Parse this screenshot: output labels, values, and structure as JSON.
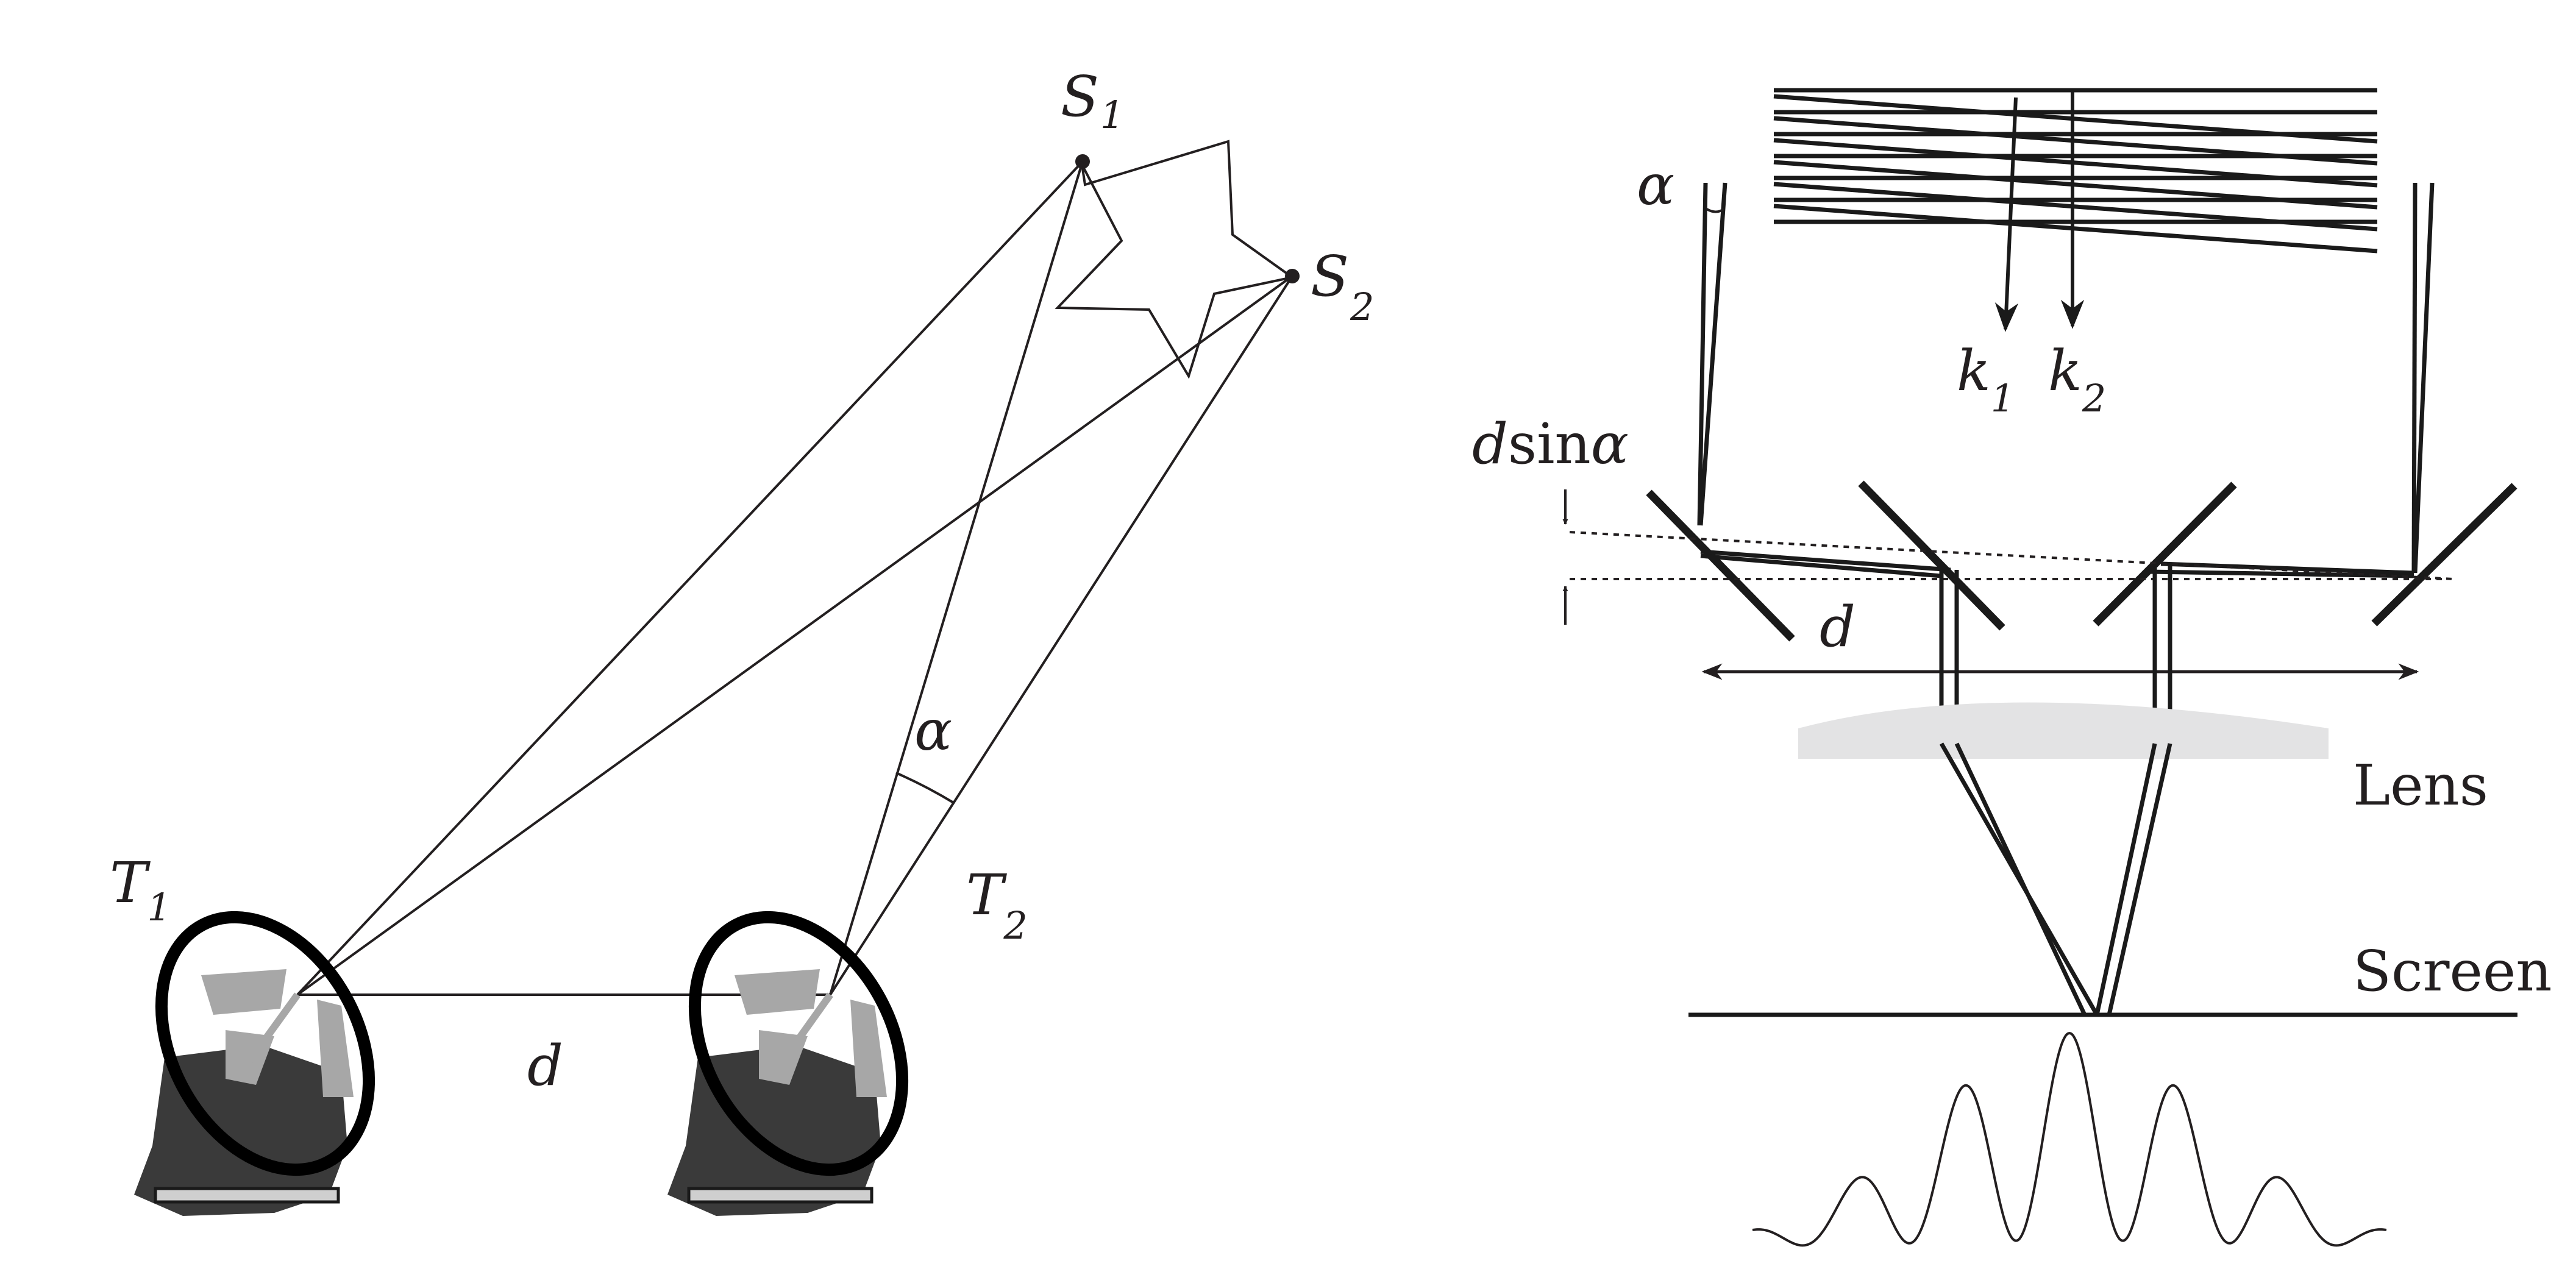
{
  "left_panel": {
    "source_1": {
      "letter": "S",
      "index": "1"
    },
    "source_2": {
      "letter": "S",
      "index": "2"
    },
    "telescope_1": {
      "letter": "T",
      "index": "1"
    },
    "telescope_2": {
      "letter": "T",
      "index": "2"
    },
    "angle_label": "α",
    "baseline_label": "d"
  },
  "right_panel": {
    "angle_label": "α",
    "wave_1": {
      "letter": "k",
      "index": "1"
    },
    "wave_2": {
      "letter": "k",
      "index": "2"
    },
    "path_difference": {
      "d": "d",
      "sin": "sin",
      "alpha": "α"
    },
    "baseline_label": "d",
    "lens_label": "Lens",
    "screen_label": "Screen"
  }
}
